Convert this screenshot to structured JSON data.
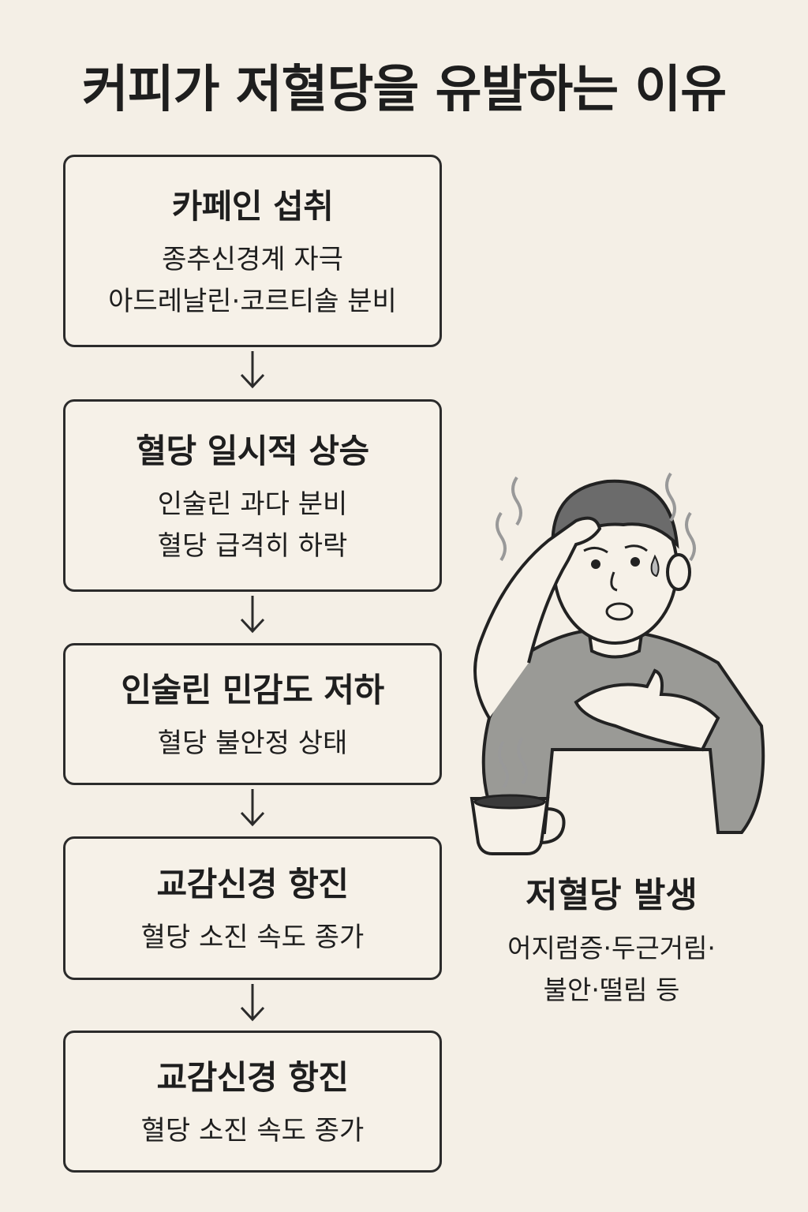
{
  "title": "커피가 저혈당을 유발하는 이유",
  "steps": [
    {
      "title": "카페인 섭취",
      "lines": [
        "종추신경계 자극",
        "아드레날린·코르티솔 분비"
      ]
    },
    {
      "title": "혈당 일시적 상승",
      "lines": [
        "인술린 과다 분비",
        "혈당 급격히 하락"
      ]
    },
    {
      "title": "인술린 민감도 저하",
      "lines": [
        "혈당 불안정 상태"
      ]
    },
    {
      "title": "교감신경 항진",
      "lines": [
        "혈당 소진 속도 종가"
      ]
    },
    {
      "title": "교감신경 항진",
      "lines": [
        "혈당 소진 속도 종가"
      ]
    }
  ],
  "result": {
    "title": "저혈당 발생",
    "lines": [
      "어지럼증·두근거림·",
      "불안·떨림 등"
    ]
  },
  "icons": [
    "down-arrow-icon",
    "dizzy-person-illustration",
    "hot-coffee-cup-icon"
  ],
  "colors": {
    "background": "#f4efe6",
    "stroke": "#2b2b2b",
    "shirt": "#9a9a96",
    "hair": "#6b6b6b"
  }
}
